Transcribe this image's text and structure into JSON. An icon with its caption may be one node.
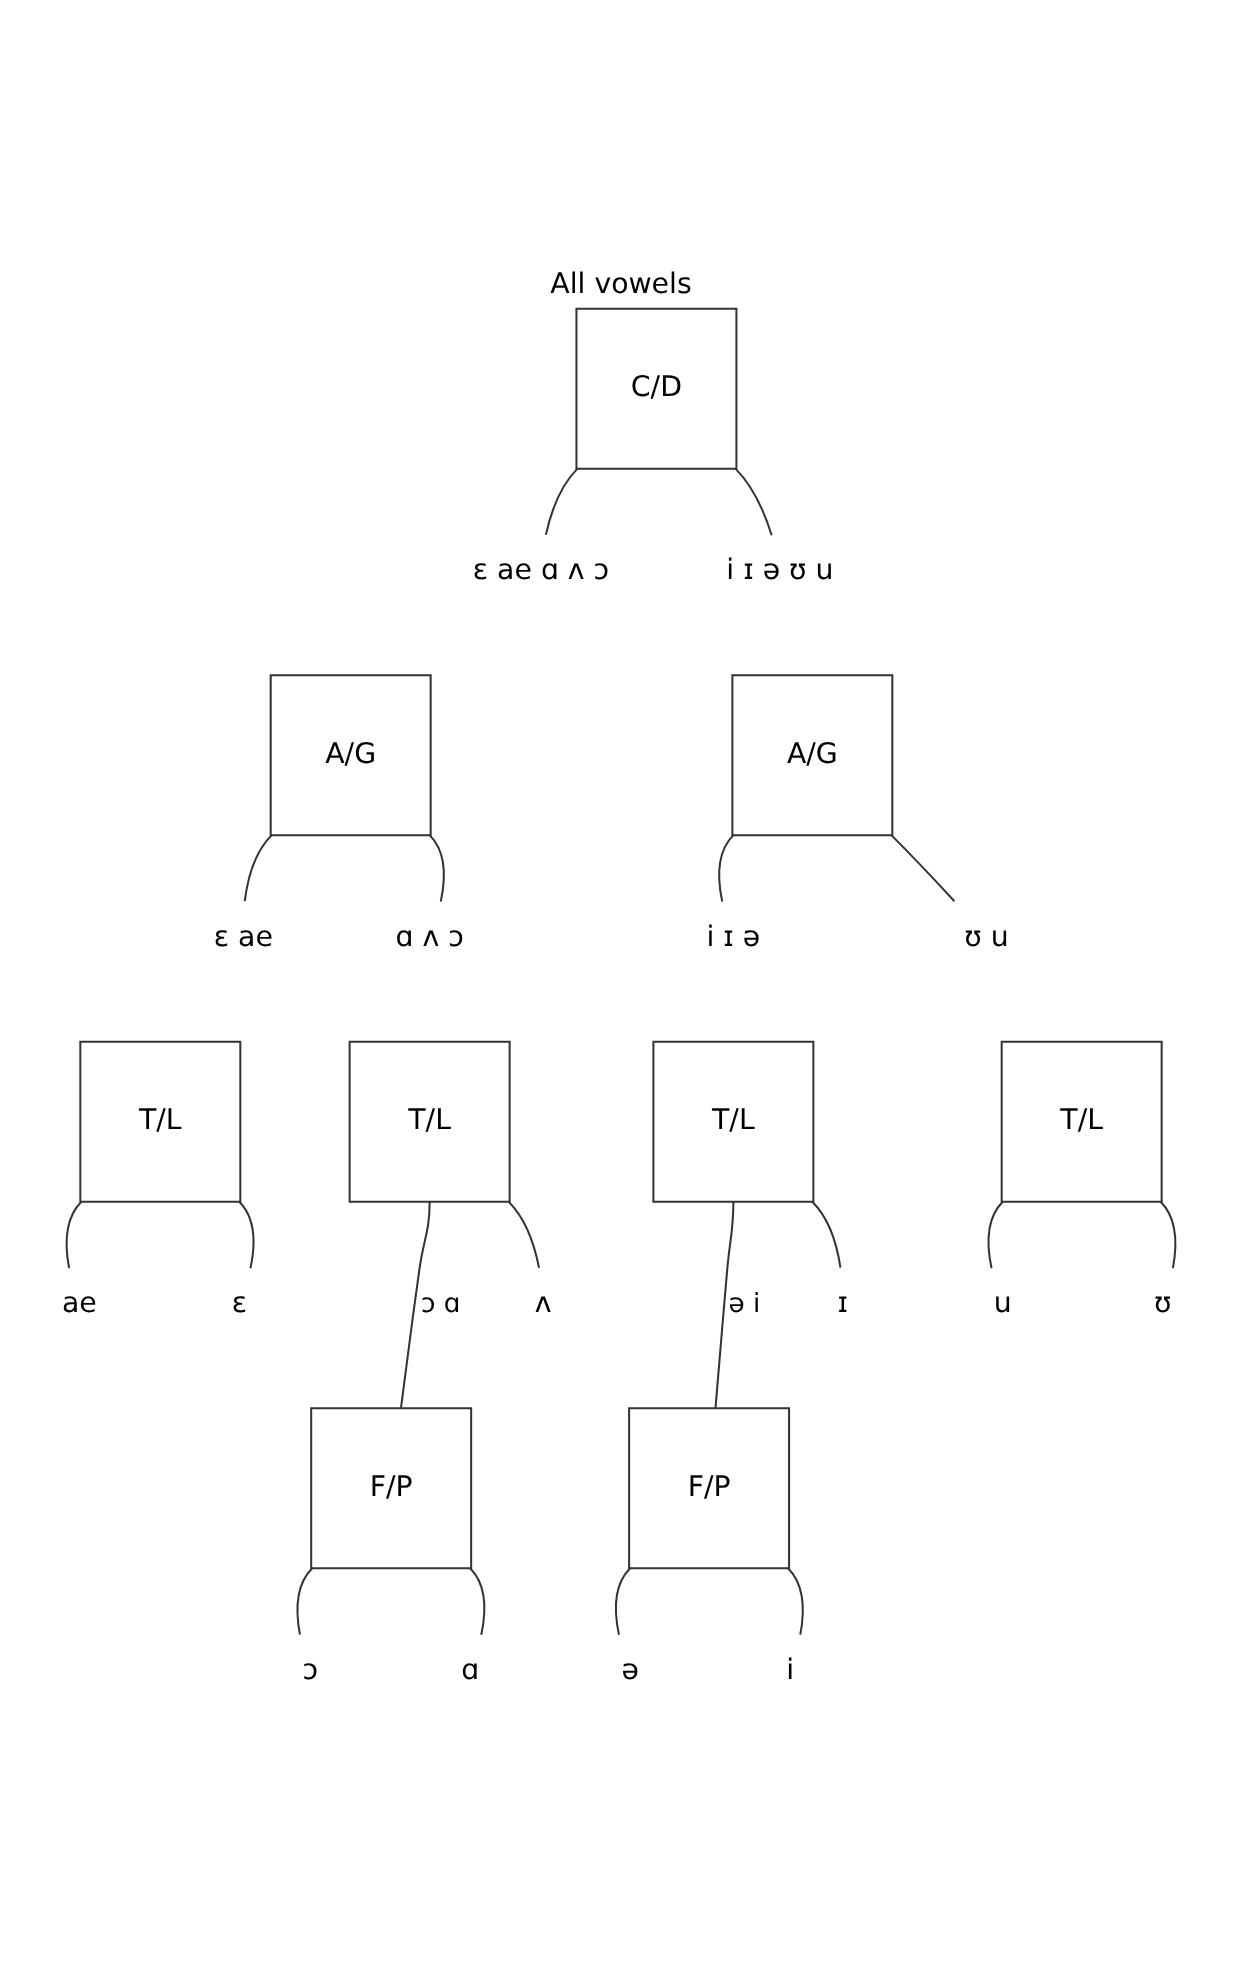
{
  "diagram": {
    "title": "All vowels",
    "nodes": [
      {
        "text": [
          "C/D"
        ]
      },
      {
        "text": [
          "ɛ ae ɑ ʌ ɔ"
        ]
      },
      {
        "text": [
          "i ɪ ə ʊ u"
        ]
      },
      {
        "text": [
          "A/G"
        ]
      },
      {
        "text": [
          "A/G"
        ]
      },
      {
        "text": [
          "ɛ ae"
        ]
      },
      {
        "text": [
          "ɑ ʌ ɔ"
        ]
      },
      {
        "text": [
          "i ɪ ə"
        ]
      },
      {
        "text": [
          "ʊ u"
        ]
      },
      {
        "text": [
          "T/L"
        ]
      },
      {
        "text": [
          "T/L"
        ]
      },
      {
        "text": [
          "T/L"
        ]
      },
      {
        "text": [
          "T/L"
        ]
      },
      {
        "text": [
          "ae"
        ]
      },
      {
        "text": [
          "ɛ"
        ]
      },
      {
        "text": [
          "ʌ"
        ]
      },
      {
        "text": [
          "ɪ"
        ]
      },
      {
        "text": [
          "u"
        ]
      },
      {
        "text": [
          "ʊ"
        ]
      },
      {
        "text": [
          "F/P"
        ]
      },
      {
        "text": [
          "F/P"
        ]
      },
      {
        "text": [
          "ɔ"
        ]
      },
      {
        "text": [
          "ɑ"
        ]
      },
      {
        "text": [
          "ə"
        ]
      },
      {
        "text": [
          "i"
        ]
      }
    ],
    "edges": [
      {
        "from": 0,
        "to": 1,
        "arrow": "none"
      },
      {
        "from": 0,
        "to": 2,
        "arrow": "none"
      },
      {
        "from": 3,
        "to": 5,
        "arrow": "none"
      },
      {
        "from": 3,
        "to": 6,
        "arrow": "none"
      },
      {
        "from": 4,
        "to": 7,
        "arrow": "none"
      },
      {
        "from": 4,
        "to": 8,
        "arrow": "none"
      },
      {
        "from": 9,
        "to": 13,
        "arrow": "none"
      },
      {
        "from": 9,
        "to": 14,
        "arrow": "none"
      },
      {
        "from": 10,
        "to": 19,
        "arrow": "none",
        "label": "ɔ ɑ"
      },
      {
        "from": 10,
        "to": 15,
        "arrow": "none"
      },
      {
        "from": 11,
        "to": 20,
        "arrow": "none",
        "label": "ə i"
      },
      {
        "from": 11,
        "to": 16,
        "arrow": "none"
      },
      {
        "from": 12,
        "to": 17,
        "arrow": "none"
      },
      {
        "from": 12,
        "to": 18,
        "arrow": "none"
      },
      {
        "from": 19,
        "to": 21,
        "arrow": "none"
      },
      {
        "from": 19,
        "to": 22,
        "arrow": "none"
      },
      {
        "from": 20,
        "to": 23,
        "arrow": "none"
      },
      {
        "from": 20,
        "to": 24,
        "arrow": "none"
      }
    ]
  }
}
